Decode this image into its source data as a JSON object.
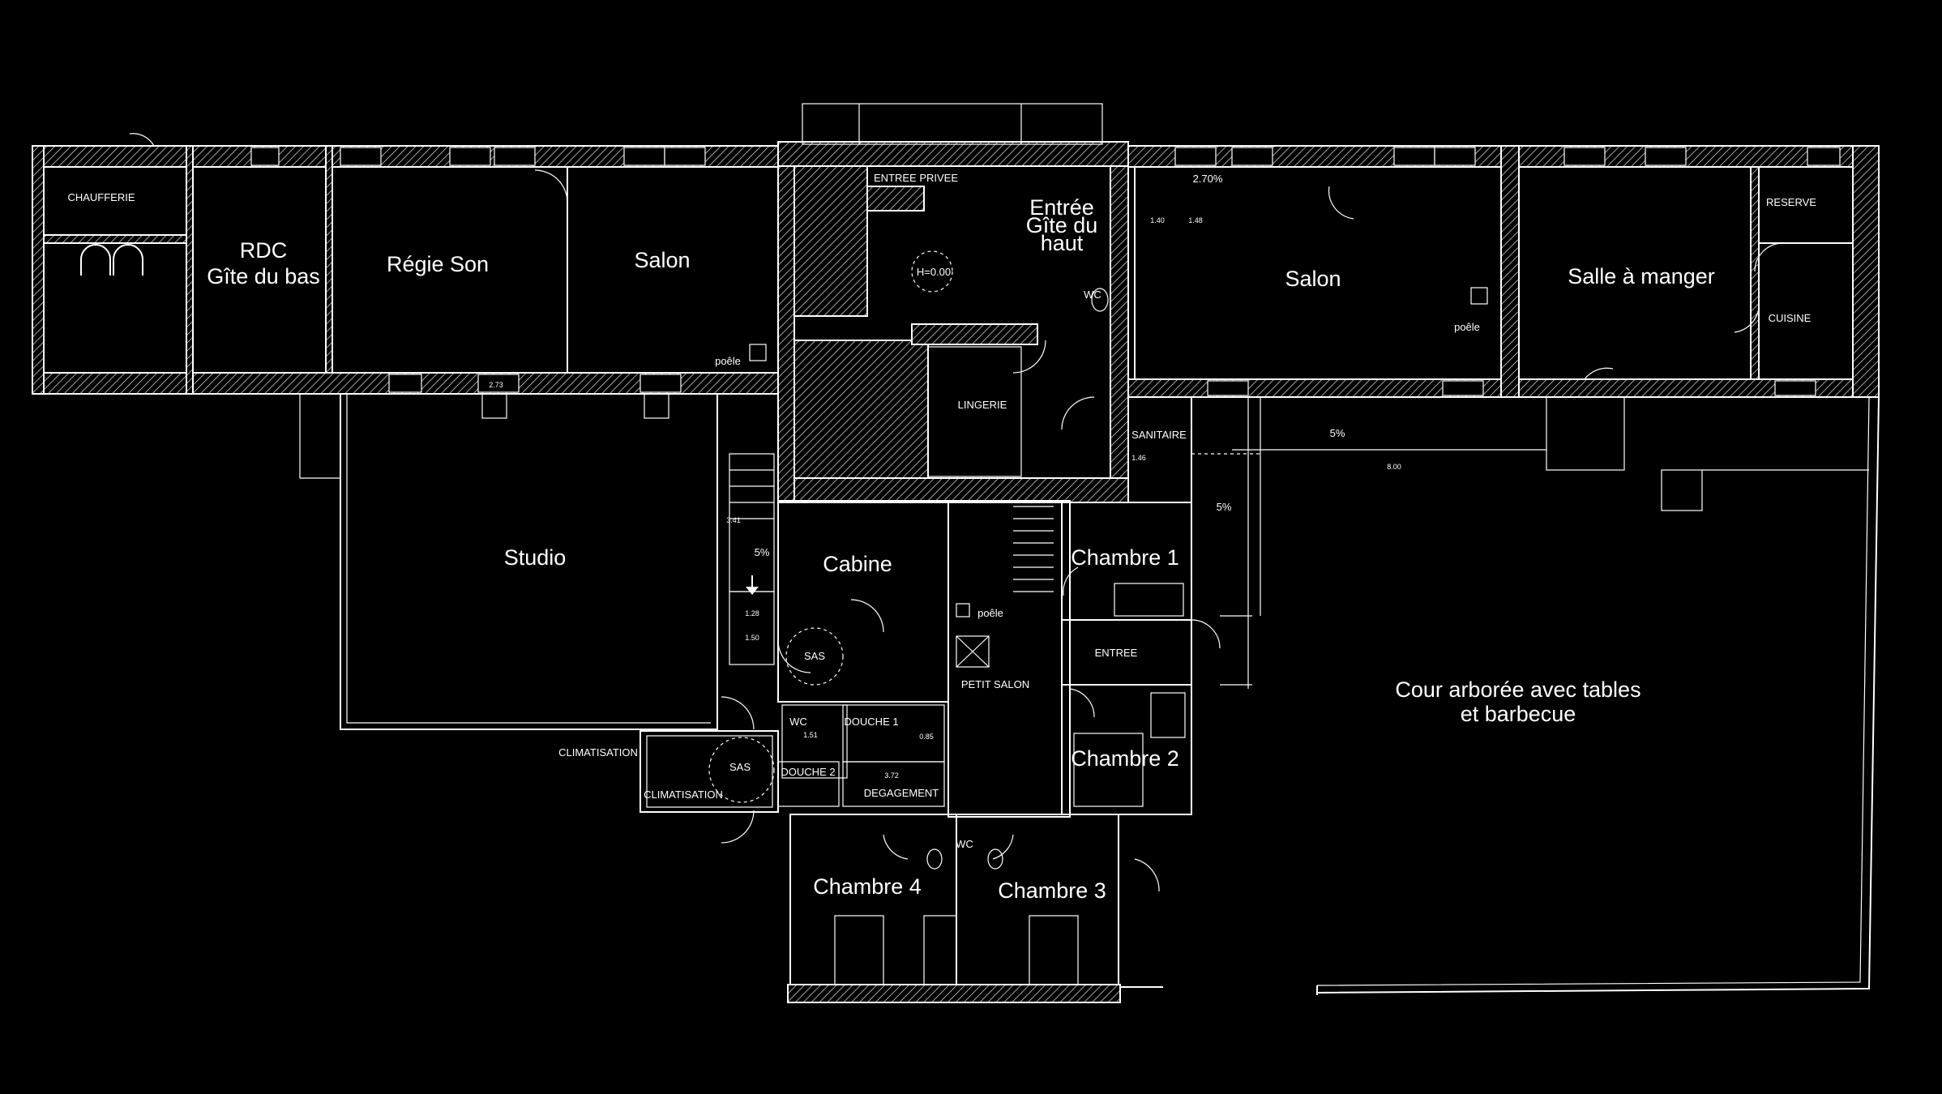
{
  "rooms": {
    "rdc": "RDC",
    "gite_bas": "Gîte du bas",
    "regie_son": "Régie Son",
    "salon_left": "Salon",
    "entree_gite": "Entrée",
    "gite_du": "Gîte du",
    "haut": "haut",
    "salon_right": "Salon",
    "salle_manger": "Salle à manger",
    "studio": "Studio",
    "cabine": "Cabine",
    "chambre1": "Chambre 1",
    "chambre2": "Chambre 2",
    "chambre3": "Chambre 3",
    "chambre4": "Chambre 4",
    "cour_line1": "Cour arborée avec tables",
    "cour_line2": "et barbecue"
  },
  "small_labels": {
    "chaufferie": "CHAUFFERIE",
    "entree_privee": "ENTREE PRIVEE",
    "level": "H=0.00",
    "wc": "WC",
    "poele": "poêle",
    "reserve": "RESERVE",
    "cuisine": "CUISINE",
    "lingerie": "LINGERIE",
    "sanitaire": "SANITAIRE",
    "entree": "ENTREE",
    "petit_salon": "PETIT SALON",
    "sas": "SAS",
    "climatisation": "CLIMATISATION",
    "douche1": "DOUCHE 1",
    "douche2": "DOUCHE 2",
    "degagement": "DEGAGEMENT"
  },
  "dimensions": {
    "slope_5": "5%",
    "slope_270": "2.70%",
    "d_800": "8.00",
    "d_140": "1.40",
    "d_148": "1.48",
    "d_146": "1.46",
    "d_128": "1.28",
    "d_150": "1.50",
    "d_151": "1.51",
    "d_085": "0.85",
    "d_372": "3.72",
    "d_273": "2.73",
    "d_341": "3.41"
  },
  "colors": {
    "background": "#000000",
    "line": "#ffffff"
  }
}
